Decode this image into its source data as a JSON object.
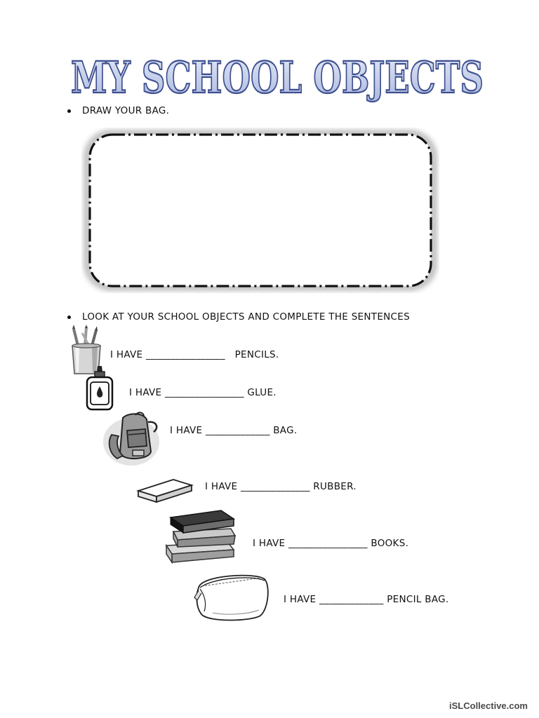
{
  "title": "MY SCHOOL OBJECTS",
  "instructions": {
    "draw": "DRAW YOUR BAG.",
    "complete": "LOOK AT YOUR SCHOOL OBJECTS AND COMPLETE THE SENTENCES"
  },
  "sentences": [
    {
      "start": "I HAVE",
      "blank": "________________",
      "end": "PENCILS.",
      "icon": "pencil-cup-icon"
    },
    {
      "start": "I HAVE",
      "blank": "________________",
      "end": "GLUE.",
      "icon": "glue-bottle-icon"
    },
    {
      "start": "I HAVE",
      "blank": "_____________",
      "end": "BAG.",
      "icon": "backpack-icon"
    },
    {
      "start": "I HAVE",
      "blank": "______________",
      "end": "RUBBER.",
      "icon": "eraser-icon"
    },
    {
      "start": "I HAVE",
      "blank": "________________",
      "end": "BOOKS.",
      "icon": "books-icon"
    },
    {
      "start": "I HAVE",
      "blank": "_____________",
      "end": "PENCIL BAG.",
      "icon": "pencil-case-icon"
    }
  ],
  "footer": "iSLCollective.com",
  "colors": {
    "title_fill": "#c9d3ec",
    "title_stroke": "#3d4f8f"
  }
}
